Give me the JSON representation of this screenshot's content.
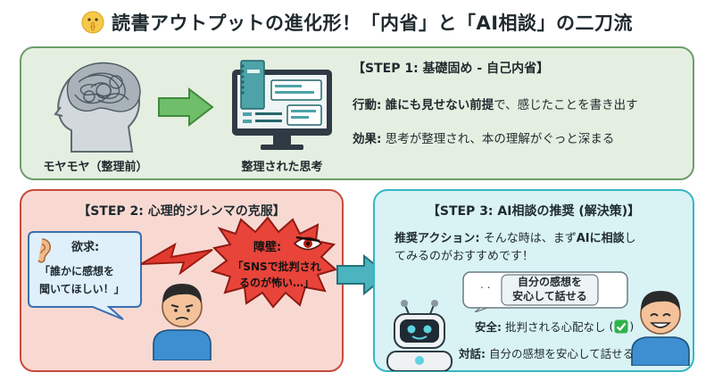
{
  "title": {
    "emoji": "shushing-face-icon",
    "text": "読書アウトプットの進化形！「内省」と「AI相談」の二刀流"
  },
  "step1": {
    "heading": "【STEP 1: 基礎固め - 自己内省】",
    "action_label": "行動:",
    "action_bold": "誰にも見せない前提",
    "action_rest": "で、感じたことを書き出す",
    "effect_label": "効果:",
    "effect_text": "思考が整理され、本の理解がぐっと深まる",
    "left_caption": "モヤモヤ（整理前）",
    "right_caption": "整理された思考"
  },
  "step2": {
    "heading": "【STEP 2: 心理的ジレンマの克服】",
    "desire_label": "欲求:",
    "desire_line1": "「誰かに感想を",
    "desire_line2": "聞いてほしい！」",
    "barrier_label": "障壁:",
    "barrier_line1": "「SNSで批判され",
    "barrier_line2": "るのが怖い…」"
  },
  "step3": {
    "heading": "【STEP 3: AI相談の推奨 (解決策)】",
    "rec_label": "推奨アクション:",
    "rec_line1_rest": "そんな時は、まず",
    "rec_line1_bold": "AIに相談",
    "rec_line1_tail": "し",
    "rec_line2": "てみるのがおすすめです！",
    "bubble_dots": ". .",
    "bubble_line1": "自分の感想を",
    "bubble_line2": "安心して話せる",
    "safety_label": "安全:",
    "safety_text": "批判される心配なし",
    "dialog_label": "対話:",
    "dialog_text": "自分の感想を安心して話せる"
  },
  "colors": {
    "step1_bg": "#e5efe1",
    "step1_border": "#6c9e6a",
    "step2_bg": "#f8d9d2",
    "step2_border": "#c94a3c",
    "step3_bg": "#d9f3f5",
    "step3_border": "#35b7c2",
    "arrow_green": "#6fbf6a",
    "arrow_teal": "#4bb4bf"
  }
}
